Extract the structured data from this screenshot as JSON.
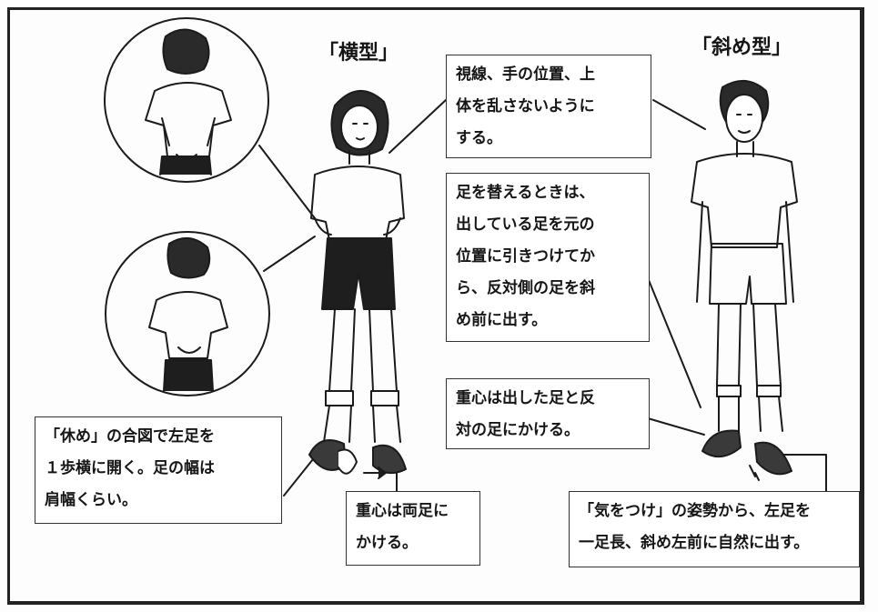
{
  "titles": {
    "yoko": "「横型」",
    "naname": "「斜め型」"
  },
  "notes": {
    "gaze": [
      "視線、手の位置、上",
      "体を乱さないように",
      "する。"
    ],
    "switch": [
      "足を替えるときは、",
      "出している足を元の",
      "位置に引きつけてか",
      "ら、反対側の足を斜",
      "め前に出す。"
    ],
    "weight_opposite": [
      "重心は出した足と反",
      "対の足にかける。"
    ],
    "yasume": [
      "「休め」の合図で左足を",
      "１歩横に開く。足の幅は",
      "肩幅くらい。"
    ],
    "weight_both": [
      "重心は両足に",
      "かける。"
    ],
    "kiotsuke": [
      "「気をつけ」の姿勢から、左足を",
      "一足長、斜め左前に自然に出す。"
    ]
  }
}
